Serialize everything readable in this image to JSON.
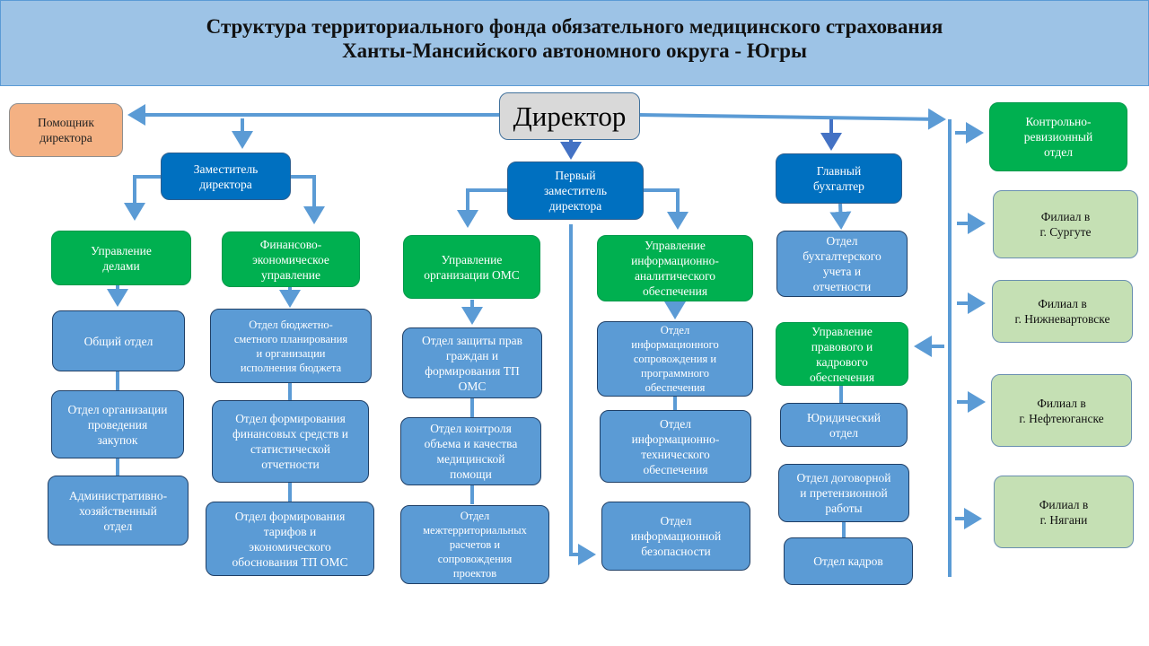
{
  "header": {
    "title_line1": "Структура территориального фонда обязательного медицинского страхования",
    "title_line2": "Ханты-Мансийского автономного округа - Югры"
  },
  "colors": {
    "header_bg": "#9dc3e6",
    "director": "#d9d9d9",
    "assistant": "#f4b183",
    "deputy": "#0070c0",
    "directorate": "#00b050",
    "department": "#5b9bd5",
    "branch": "#c5e0b4",
    "connector": "#5b9bd5"
  },
  "director": "Директор",
  "assistant": "Помощник\nдиректора",
  "deputy": {
    "title": "Заместитель\nдиректора",
    "units": [
      {
        "title": "Управление\nделами",
        "departments": [
          "Общий отдел",
          "Отдел организации\nпроведения\nзакупок",
          "Административно-\nхозяйственный\nотдел"
        ]
      },
      {
        "title": "Финансово-\nэкономическое\nуправление",
        "departments": [
          "Отдел бюджетно-\nсметного планирования\nи организации\nисполнения бюджета",
          "Отдел формирования\nфинансовых средств и\nстатистической\nотчетности",
          "Отдел формирования\nтарифов и\nэкономического\nобоснования ТП ОМС"
        ]
      }
    ]
  },
  "first_deputy": {
    "title": "Первый\nзаместитель\nдиректора",
    "units": [
      {
        "title": "Управление\nорганизации ОМС",
        "departments": [
          "Отдел защиты прав\nграждан и\nформирования ТП\nОМС",
          "Отдел контроля\nобъема и качества\nмедицинской\nпомощи",
          "Отдел\nмежтерриториальных\nрасчетов и\nсопровождения\nпроектов"
        ]
      },
      {
        "title": "Управление\nинформационно-\nаналитического\nобеспечения",
        "departments": [
          "Отдел\nинформационного\nсопровождения и\nпрограммного\nобеспечения",
          "Отдел\nинформационно-\nтехнического\nобеспечения"
        ]
      }
    ],
    "direct_department": "Отдел\nинформационной\nбезопасности"
  },
  "chief_accountant": {
    "title": "Главный\nбухгалтер",
    "department": "Отдел\nбухгалтерского\nучета и\nотчетности"
  },
  "legal_hr": {
    "title": "Управление\nправового и\nкадрового\nобеспечения",
    "departments": [
      "Юридический\nотдел",
      "Отдел договорной\nи претензионной\nработы",
      "Отдел кадров"
    ]
  },
  "audit": "Контрольно-\nревизионный\nотдел",
  "branches": [
    "Филиал  в\nг. Сургуте",
    "Филиал  в\nг. Нижневартовске",
    "Филиал в\nг. Нефтеюганске",
    "Филиал  в\nг. Нягани"
  ]
}
